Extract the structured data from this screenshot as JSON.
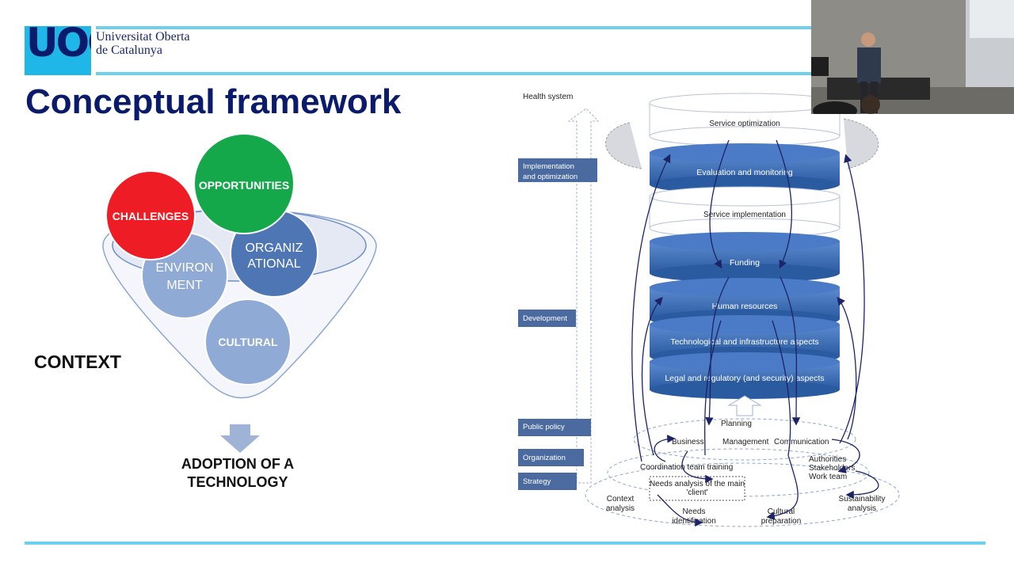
{
  "header": {
    "logo": "UOC",
    "university_line1": "Universitat Oberta",
    "university_line2": "de Catalunya"
  },
  "slide": {
    "title": "Conceptual framework",
    "context_label": "CONTEXT",
    "adoption_line1": "ADOPTION OF A",
    "adoption_line2": "TECHNOLOGY"
  },
  "funnel": {
    "challenges": "CHALLENGES",
    "opportunities": "OPPORTUNITIES",
    "organizational_line1": "ORGANIZ",
    "organizational_line2": "ATIONAL",
    "environment_line1": "ENVIRON",
    "environment_line2": "MENT",
    "cultural": "CULTURAL",
    "colors": {
      "challenges": "#ee1c24",
      "opportunities": "#14a84a",
      "blue_dark": "#4f76b4",
      "blue_light": "#8faad4"
    }
  },
  "framework": {
    "health_system": "Health system",
    "side_boxes": {
      "implementation_line1": "Implementation",
      "implementation_line2": "and optimization",
      "development": "Development",
      "public_policy": "Public policy",
      "organization": "Organization",
      "strategy": "Strategy"
    },
    "layers": {
      "service_optimization": "Service optimization",
      "evaluation": "Evaluation and monitoring",
      "service_implementation": "Service implementation",
      "funding": "Funding",
      "human_resources": "Human resources",
      "technological": "Technological and infrastructure aspects",
      "legal": "Legal and regulatory (and security) aspects"
    },
    "planning": "Planning",
    "ring1": {
      "business": "Business",
      "management": "Management",
      "communication": "Communication"
    },
    "ring2": {
      "coordination": "Coordination team training",
      "authorities": "Authorities",
      "stakeholders": "Stakeholders",
      "work_team": "Work team",
      "needs_analysis_line1": "Needs analysis of the main",
      "needs_analysis_line2": "'client'"
    },
    "ring3": {
      "context_analysis_line1": "Context",
      "context_analysis_line2": "analysis",
      "needs_identification_line1": "Needs",
      "needs_identification_line2": "identification",
      "cultural_preparation_line1": "Cultural",
      "cultural_preparation_line2": "preparation",
      "sustainability_line1": "Sustainability",
      "sustainability_line2": "analysis"
    }
  }
}
